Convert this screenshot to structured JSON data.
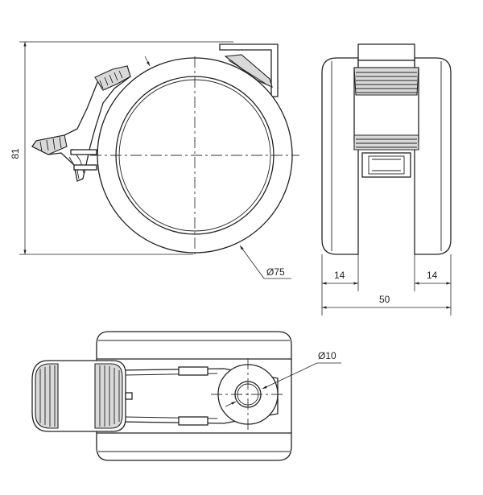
{
  "dimensions": {
    "height_81": "81",
    "diameter_75": "Ø75",
    "left_14": "14",
    "right_14": "14",
    "width_50": "50",
    "bore_10": "Ø10"
  }
}
